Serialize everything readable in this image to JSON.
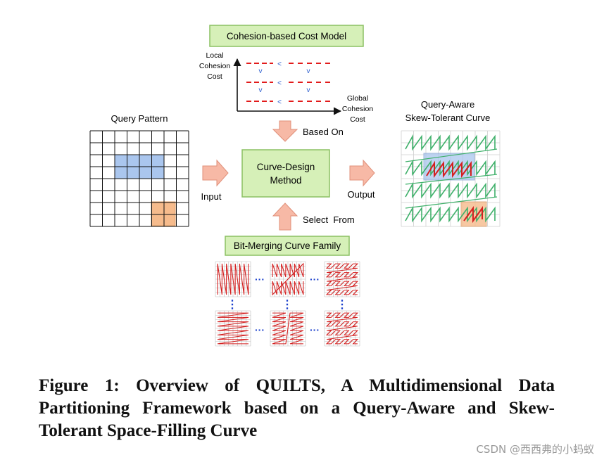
{
  "boxes": {
    "cost_model": "Cohesion-based Cost Model",
    "design_method_line1": "Curve-Design",
    "design_method_line2": "Method",
    "curve_family": "Bit-Merging Curve Family"
  },
  "labels": {
    "query_pattern": "Query Pattern",
    "output_title_line1": "Query-Aware",
    "output_title_line2": "Skew-Tolerant Curve",
    "input": "Input",
    "output": "Output",
    "based_on": "Based On",
    "select_from": "Select  From"
  },
  "axes": {
    "y_line1": "Local",
    "y_line2": "Cohesion",
    "y_line3": "Cost",
    "x_line1": "Global",
    "x_line2": "Cohesion",
    "x_line3": "Cost",
    "less_than": "<",
    "check": "v"
  },
  "ellipsis": {
    "horizontal": "···",
    "vertical": "⋮"
  },
  "caption": "Figure 1:  Overview of QUILTS, A Multidimensional Data Partitioning Framework based on a Query-Aware and Skew-Tolerant Space-Filling Curve",
  "watermark": "CSDN @西西弗的小蚂蚁",
  "colors": {
    "box_fill": "#d6f0b8",
    "box_stroke": "#8cc063",
    "arrow_fill": "#f7b9a6",
    "arrow_stroke": "#e0907a",
    "query_blue": "#aac6ee",
    "query_orange": "#f6bb8c",
    "curve_green": "#3fb06a",
    "curve_red": "#d42020",
    "dash_red": "#e21b1b",
    "tick_blue": "#2d5fd0"
  }
}
